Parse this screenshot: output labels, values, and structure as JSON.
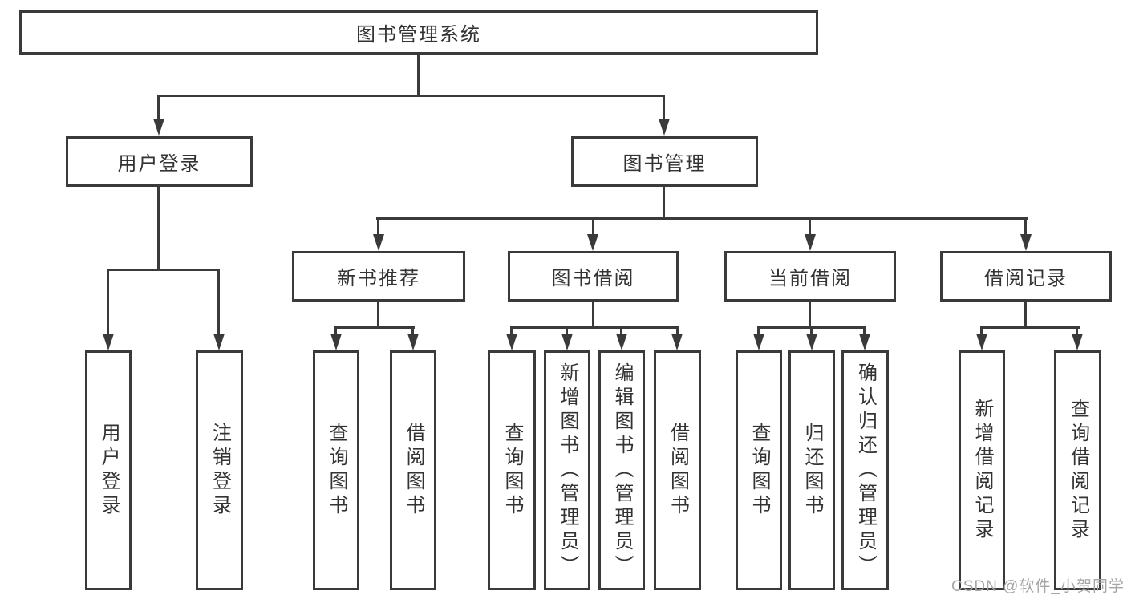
{
  "diagram": {
    "root": {
      "label": "图书管理系统"
    },
    "branches": [
      {
        "label": "用户登录",
        "children": [
          {
            "label": "用户登录"
          },
          {
            "label": "注销登录"
          }
        ]
      },
      {
        "label": "图书管理",
        "children": [
          {
            "label": "新书推荐",
            "children": [
              {
                "label": "查询图书"
              },
              {
                "label": "借阅图书"
              }
            ]
          },
          {
            "label": "图书借阅",
            "children": [
              {
                "label": "查询图书"
              },
              {
                "label": "新增图书（管理员）"
              },
              {
                "label": "编辑图书（管理员）"
              },
              {
                "label": "借阅图书"
              }
            ]
          },
          {
            "label": "当前借阅",
            "children": [
              {
                "label": "查询图书"
              },
              {
                "label": "归还图书"
              },
              {
                "label": "确认归还（管理员）"
              }
            ]
          },
          {
            "label": "借阅记录",
            "children": [
              {
                "label": "新增借阅记录"
              },
              {
                "label": "查询借阅记录"
              }
            ]
          }
        ]
      }
    ]
  },
  "watermark": {
    "label": "CSDN @软件_小贺同学"
  },
  "colors": {
    "line": "#3a3a3a",
    "text": "#333333",
    "watermark": "#a6a6a6",
    "background": "#ffffff"
  }
}
